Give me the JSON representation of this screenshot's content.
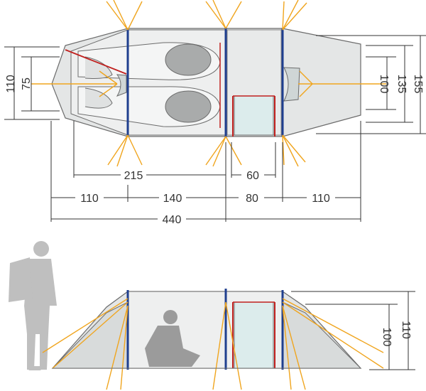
{
  "colors": {
    "guy_line": "#f0a51e",
    "pole_blue": "#1f3f8f",
    "pole_red": "#c0201e",
    "fabric": "#e4e6e6",
    "inner": "#eef0f0",
    "door": "#dcecec",
    "mat": "#a9abab",
    "person": "#bfbfbf",
    "dimension_line": "#333333"
  },
  "top_view": {
    "dimensions": {
      "height_outer_left": "110",
      "height_inner_left": "75",
      "height_inner_right": "100",
      "height_mid_right": "135",
      "height_outer_right": "155",
      "length_sleeping": "215",
      "length_door": "60",
      "segment_1": "110",
      "segment_2": "140",
      "segment_3": "80",
      "segment_4": "110",
      "length_total": "440"
    }
  },
  "side_view": {
    "dimensions": {
      "height_inner": "100",
      "height_outer": "110"
    }
  }
}
